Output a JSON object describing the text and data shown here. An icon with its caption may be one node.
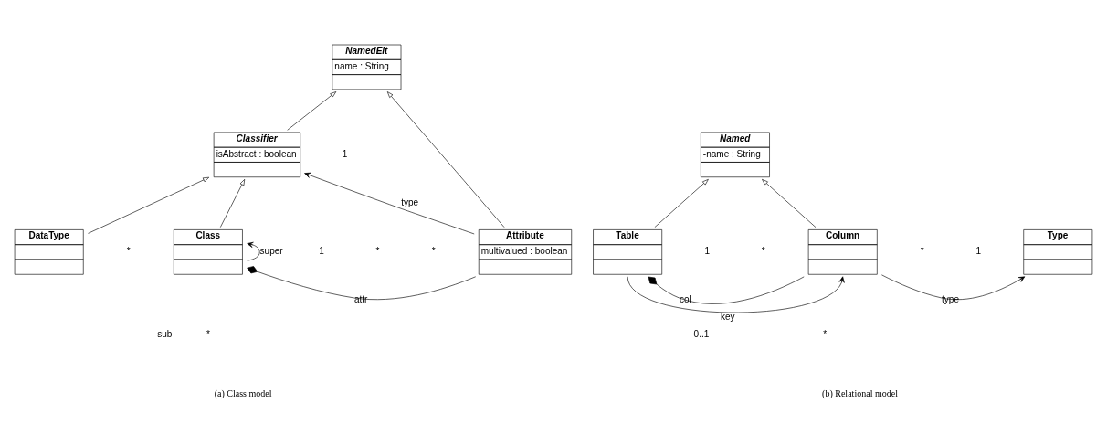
{
  "diagram": {
    "nodes": [
      {
        "text": [
          "NamedElt",
          "name : String"
        ]
      },
      {
        "text": [
          "Classifier",
          "isAbstract : boolean"
        ]
      },
      {
        "text": [
          "DataType"
        ]
      },
      {
        "text": [
          "Class"
        ]
      },
      {
        "text": [
          "Attribute",
          "multivalued : boolean"
        ]
      },
      {
        "text": [
          "Named",
          "-name : String"
        ]
      },
      {
        "text": [
          "Table"
        ]
      },
      {
        "text": [
          "Column"
        ]
      },
      {
        "text": [
          "Type"
        ]
      }
    ],
    "edges": [
      {
        "from": 1,
        "to": 0,
        "arrow": "to"
      },
      {
        "from": 4,
        "to": 0,
        "arrow": "to"
      },
      {
        "from": 4,
        "to": 1,
        "arrow": "to",
        "label": "type"
      },
      {
        "from": 2,
        "to": 1,
        "arrow": "to"
      },
      {
        "from": 3,
        "to": 1,
        "arrow": "to"
      },
      {
        "from": 3,
        "to": 3,
        "arrow": "to",
        "label": "super"
      },
      {
        "from": 3,
        "to": 4,
        "arrow": "other",
        "label": "attr"
      },
      {
        "from": 6,
        "to": 5,
        "arrow": "to"
      },
      {
        "from": 7,
        "to": 5,
        "arrow": "to"
      },
      {
        "from": 6,
        "to": 7,
        "arrow": "other",
        "label": "col"
      },
      {
        "from": 6,
        "to": 7,
        "arrow": "to",
        "label": "key"
      },
      {
        "from": 7,
        "to": 8,
        "arrow": "to",
        "label": "type"
      }
    ],
    "labels": [
      "1",
      "*",
      "*",
      "sub",
      "*",
      "1",
      "*",
      "1",
      "*",
      "*",
      "1",
      "0..1",
      "*",
      "(a) Class model",
      "(b) Relational model"
    ]
  }
}
